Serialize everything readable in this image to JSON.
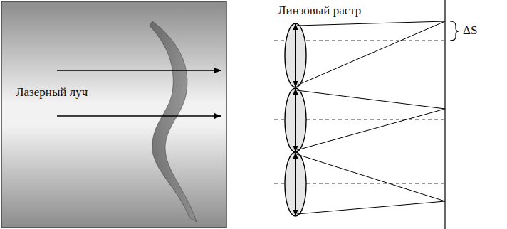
{
  "diagram": {
    "labels": [
      "Лазерный луч",
      "Линзовый растр",
      "ΔS"
    ]
  }
}
